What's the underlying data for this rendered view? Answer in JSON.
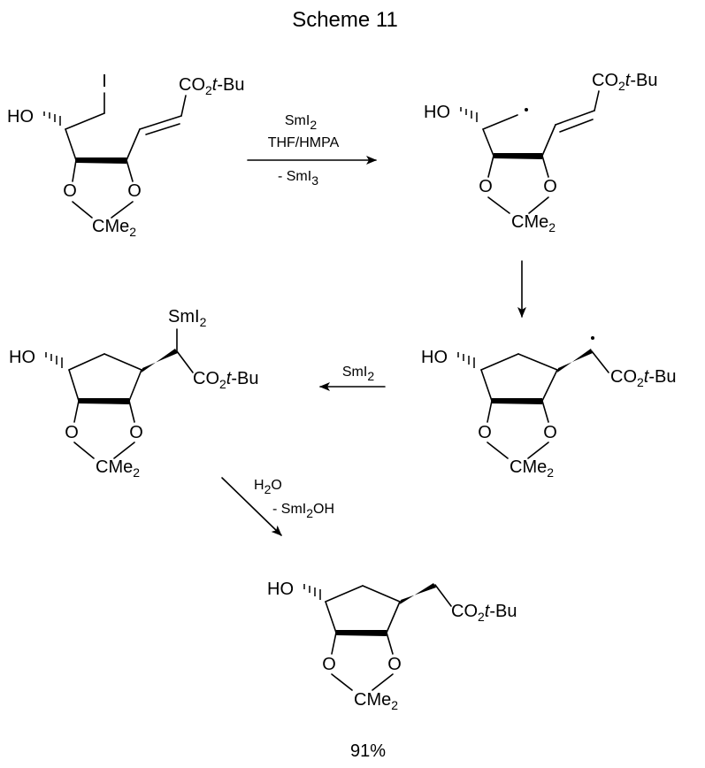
{
  "title": "Scheme 11",
  "labels": {
    "hydroxyl": "HO",
    "iodo": "I",
    "oxygen": "O",
    "cme": "CMe",
    "co": "CO",
    "tbu": "t",
    "bu": "-Bu",
    "sm": "SmI",
    "two": "2"
  },
  "reagents": {
    "step1_top": "SmI",
    "step1_mid": "THF/HMPA",
    "step1_bot": "- SmI",
    "step1_bot_sub": "3",
    "step3": "SmI",
    "step4_top": "H",
    "step4_top_end": "O",
    "step4_bot": "- SmI",
    "step4_bot_end": "OH"
  },
  "yield": "91%"
}
